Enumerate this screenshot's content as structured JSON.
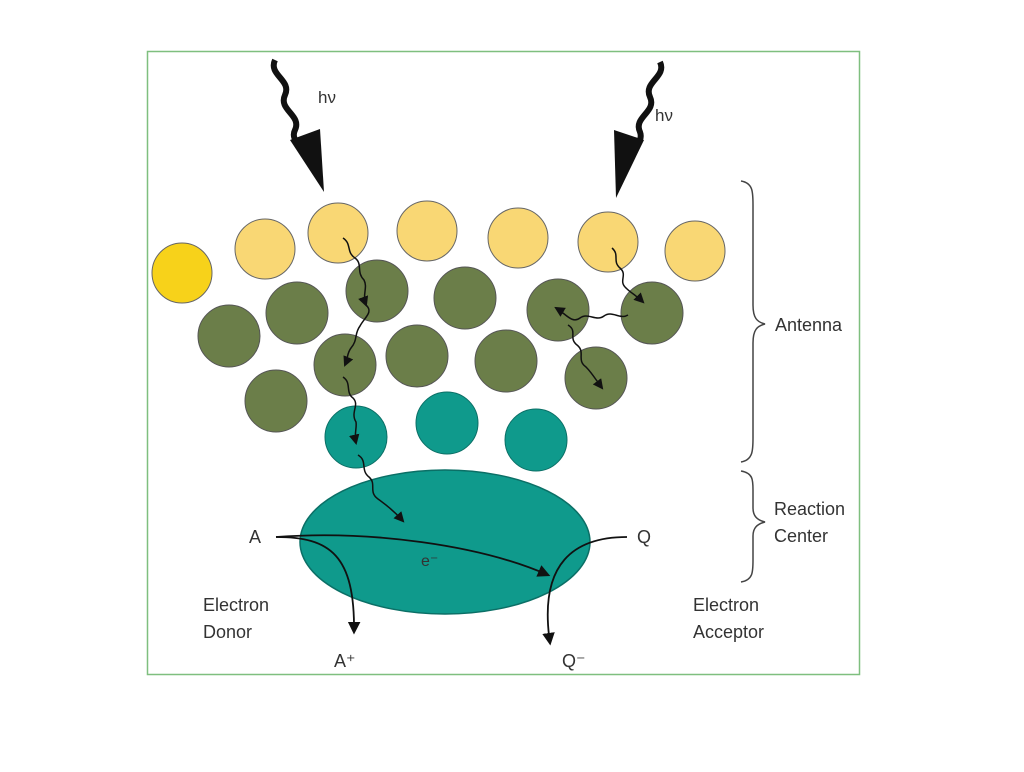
{
  "labels": {
    "photon_left": "hν",
    "photon_right": "hν",
    "antenna": "Antenna",
    "reaction_center_line1": "Reaction",
    "reaction_center_line2": "Center",
    "donor_in": "A",
    "acceptor_in": "Q",
    "electron": "e⁻",
    "donor_line1": "Electron",
    "donor_line2": "Donor",
    "acceptor_line1": "Electron",
    "acceptor_line2": "Acceptor",
    "donor_out": "A⁺",
    "acceptor_out": "Q⁻"
  },
  "colors": {
    "frame": "#7fbf7f",
    "yellow_bright": "#f7d21a",
    "yellow_pale": "#f9d774",
    "olive": "#6b7e49",
    "teal": "#0f9a8c",
    "arrow": "#111111",
    "bracket": "#444444"
  }
}
